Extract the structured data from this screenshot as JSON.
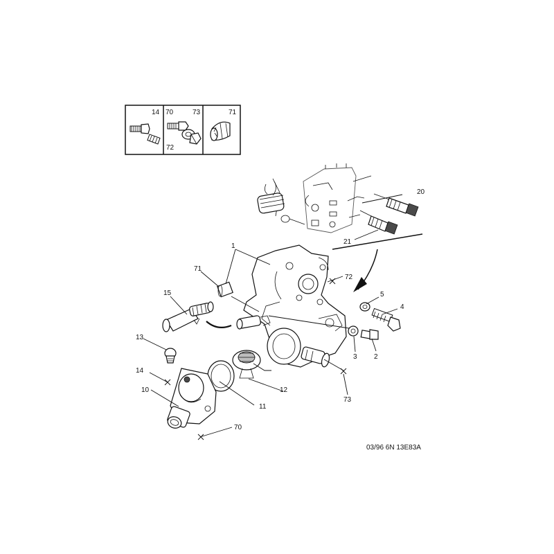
{
  "inset": {
    "cells": [
      {
        "labels": [
          "14"
        ]
      },
      {
        "labels": [
          "70",
          "73",
          "72"
        ]
      },
      {
        "labels": [
          "71"
        ]
      }
    ]
  },
  "callouts": {
    "c20": "20",
    "c21": "21",
    "c1": "1",
    "c71": "71",
    "c72": "72",
    "c15": "15",
    "c5": "5",
    "c4": "4",
    "c3": "3",
    "c2": "2",
    "c13": "13",
    "c14": "14",
    "c12": "12",
    "c11": "11",
    "c10": "10",
    "c70": "70",
    "c73": "73"
  },
  "reference": "03/96 6N 13E83A"
}
